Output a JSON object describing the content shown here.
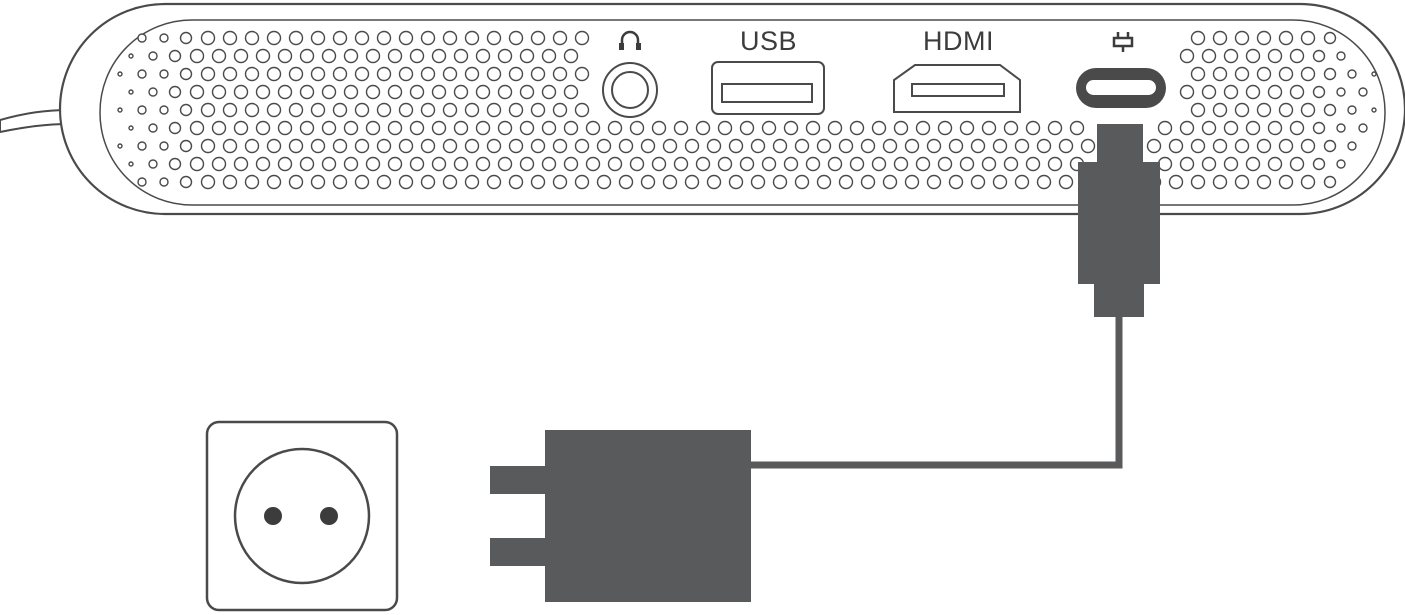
{
  "ports": {
    "headphone": {
      "icon": "headphone-icon"
    },
    "usb": {
      "label": "USB",
      "icon": "usb-a-port"
    },
    "hdmi": {
      "label": "HDMI",
      "icon": "hdmi-port"
    },
    "power": {
      "icon": "power-plug-icon",
      "port": "usb-c-port"
    }
  },
  "colors": {
    "outline": "#4a4a4a",
    "dark_fill": "#585a5b",
    "background": "#ffffff"
  }
}
